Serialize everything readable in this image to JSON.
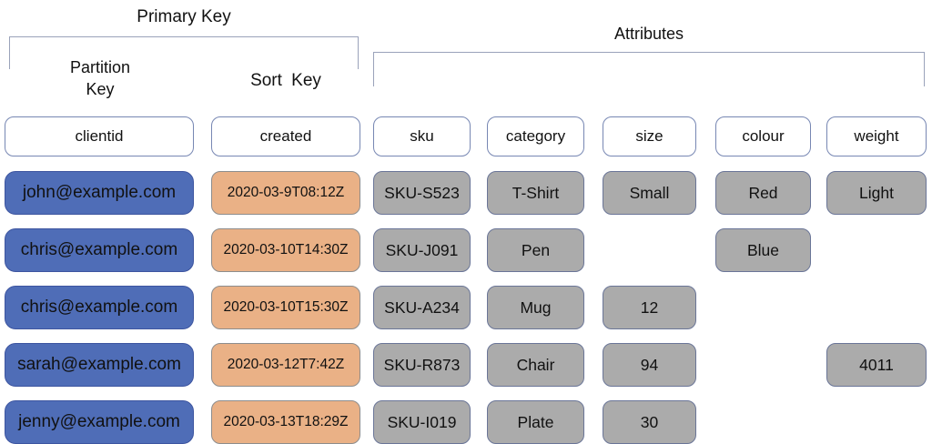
{
  "annotations": {
    "primary_key": "Primary Key",
    "partition_key": "Partition\nKey",
    "sort_key": "Sort Key",
    "attributes": "Attributes"
  },
  "columns": [
    {
      "key": "clientid",
      "label": "clientid"
    },
    {
      "key": "created",
      "label": "created"
    },
    {
      "key": "sku",
      "label": "sku"
    },
    {
      "key": "category",
      "label": "category"
    },
    {
      "key": "size",
      "label": "size"
    },
    {
      "key": "colour",
      "label": "colour"
    },
    {
      "key": "weight",
      "label": "weight"
    }
  ],
  "rows": [
    {
      "clientid": "john@example.com",
      "created": "2020-03-9T08:12Z",
      "sku": "SKU-S523",
      "category": "T-Shirt",
      "size": "Small",
      "colour": "Red",
      "weight": "Light"
    },
    {
      "clientid": "chris@example.com",
      "created": "2020-03-10T14:30Z",
      "sku": "SKU-J091",
      "category": "Pen",
      "size": "",
      "colour": "Blue",
      "weight": ""
    },
    {
      "clientid": "chris@example.com",
      "created": "2020-03-10T15:30Z",
      "sku": "SKU-A234",
      "category": "Mug",
      "size": "12",
      "colour": "",
      "weight": ""
    },
    {
      "clientid": "sarah@example.com",
      "created": "2020-03-12T7:42Z",
      "sku": "SKU-R873",
      "category": "Chair",
      "size": "94",
      "colour": "",
      "weight": "4011"
    },
    {
      "clientid": "jenny@example.com",
      "created": "2020-03-13T18:29Z",
      "sku": "SKU-I019",
      "category": "Plate",
      "size": "30",
      "colour": "",
      "weight": ""
    }
  ],
  "colors": {
    "partition_key_fill": "#4f6db7",
    "partition_key_border": "#3d55a0",
    "sort_key_fill": "#eab186",
    "sort_key_border": "#8d8d8d",
    "attribute_fill": "#ababab",
    "attribute_border": "#6a7597",
    "header_fill": "#ffffff",
    "header_border": "#7787b3",
    "bracket_line": "#9aa2ba",
    "text": "#111111"
  }
}
